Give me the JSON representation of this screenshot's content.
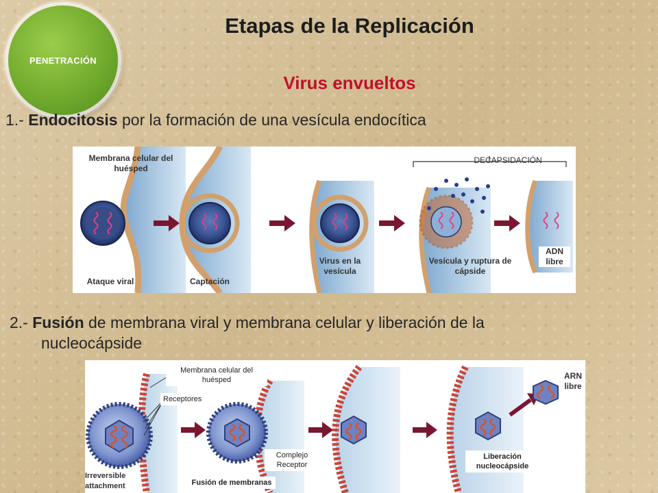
{
  "badge": {
    "label": "PENETRACIÓN"
  },
  "header": {
    "title": "Etapas de la Replicación",
    "subtitle": "Virus envueltos"
  },
  "point1": {
    "prefix": "1.- ",
    "bold": "Endocitosis",
    "rest": " por la formación de una vesícula endocítica"
  },
  "point2": {
    "prefix": "2.-  ",
    "bold": "Fusión",
    "rest": " de membrana viral y membrana celular  y liberación de la",
    "continuation": "nucleocápside"
  },
  "diagram1": {
    "membrana_label": "Membrana celular del huésped",
    "decapsidacion": "DECAPSIDACIÓN",
    "ataque": "Ataque viral",
    "captacion": "Captación",
    "virus_vesicula": "Virus en la vesícula",
    "vesicula_ruptura": "Vesícula y ruptura de cápside",
    "adn_libre": "ADN libre"
  },
  "diagram2": {
    "membrana_label": "Membrana celular del huésped",
    "receptores": "Receptores",
    "complejo": "Complejo Receptor",
    "irreversible": "Irreversible attachment",
    "fusion": "Fusión de membranas",
    "liberacion": "Liberación nucleocápside",
    "arn_libre": "ARN libre"
  },
  "colors": {
    "title": "#1c1c1c",
    "subtitle": "#c0102a",
    "badge": "#6ea82c",
    "arrow": "#7a1630",
    "cell": "#b9d3e8",
    "membrane": "#d2a06c",
    "virus": "#4a5fa8"
  }
}
